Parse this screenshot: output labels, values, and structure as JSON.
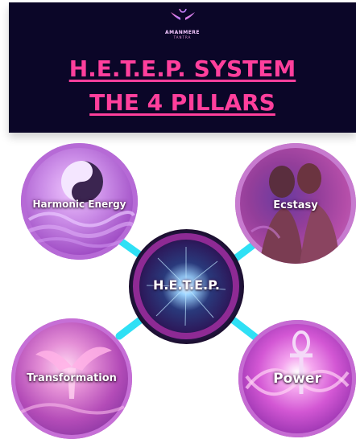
{
  "header": {
    "logo_brand": "AMANMERE",
    "logo_sub": "TANTRA",
    "title_line1": "H.E.T.E.P. SYSTEM",
    "title_line2": "THE 4 PILLARS"
  },
  "pillars": {
    "center": "H.E.T.E.P.",
    "top_left": "Harmonic Energy",
    "top_right": "Ecstasy",
    "bottom_left": "Transformation",
    "bottom_right": "Power"
  },
  "colors": {
    "header_bg": "#0b0628",
    "title": "#ff3f9c",
    "connector": "#2fe0f5",
    "accent_purple": "#9f4cc4"
  }
}
